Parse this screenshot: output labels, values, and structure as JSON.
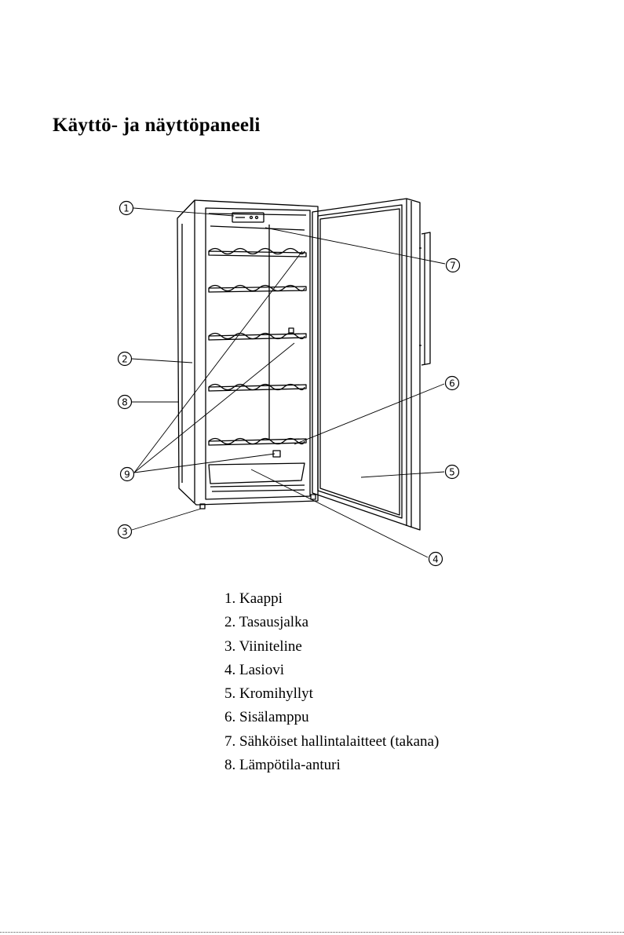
{
  "page": {
    "title": "Käyttö- ja näyttöpaneeli"
  },
  "diagram": {
    "callouts": [
      "1",
      "2",
      "3",
      "4",
      "5",
      "6",
      "7",
      "8",
      "9"
    ]
  },
  "legend": {
    "items": [
      "1. Kaappi",
      "2. Tasausjalka",
      "3. Viiniteline",
      "4. Lasiovi",
      "5. Kromihyllyt",
      "6. Sisälamppu",
      "7. Sähköiset hallintalaitteet (takana)",
      "8. Lämpötila-anturi"
    ]
  }
}
